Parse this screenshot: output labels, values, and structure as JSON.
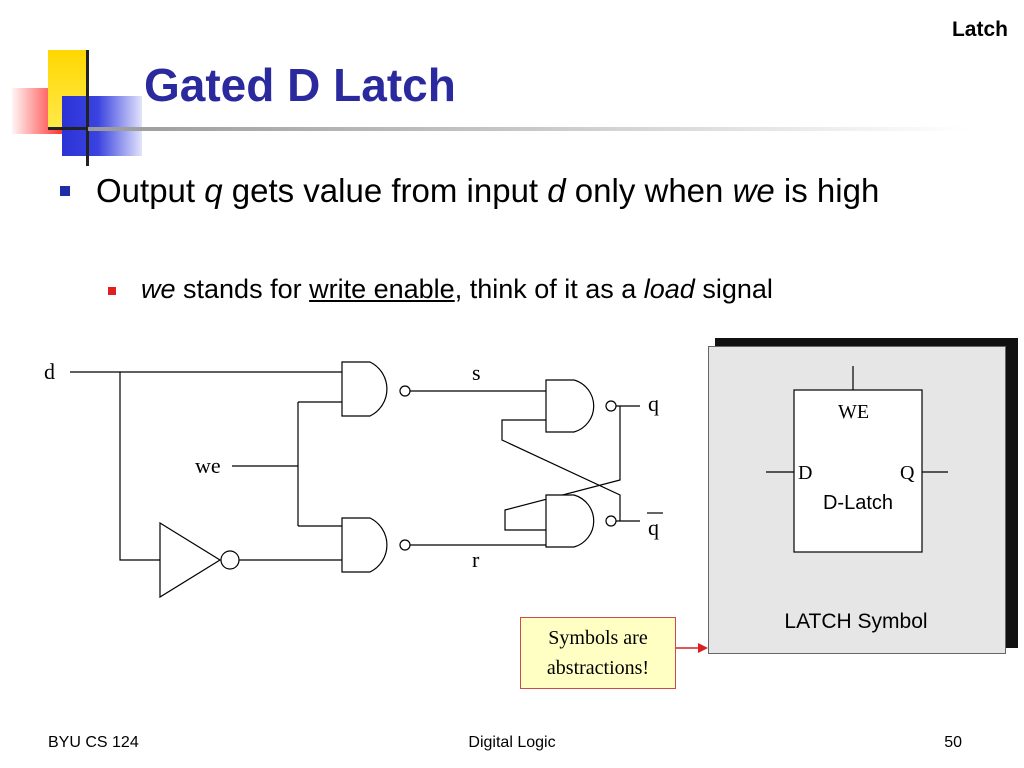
{
  "header": {
    "corner_label": "Latch",
    "title": "Gated D Latch"
  },
  "bullets": [
    {
      "parts": [
        "Output ",
        "q",
        " gets value from input ",
        "d",
        " only when ",
        "we",
        " is high"
      ]
    },
    {
      "parts": [
        "we",
        " stands for ",
        "write enable",
        ", think of it as a ",
        "load",
        " signal"
      ]
    }
  ],
  "circuit": {
    "input_d": "d",
    "input_we": "we",
    "signal_s": "s",
    "signal_r": "r",
    "output_q": "q",
    "output_qbar": "q"
  },
  "symbol": {
    "we_label": "WE",
    "d_label": "D",
    "q_label": "Q",
    "name": "D-Latch",
    "caption": "LATCH Symbol"
  },
  "callout": {
    "line1": "Symbols are",
    "line2": "abstractions!"
  },
  "footer": {
    "left": "BYU CS 124",
    "center": "Digital Logic",
    "right": "50"
  },
  "colors": {
    "title": "#2a2a9e",
    "bullet_primary": "#1e2ea8",
    "bullet_secondary": "#e02020",
    "callout_fill": "#ffffc4",
    "arrow": "#d92020"
  }
}
